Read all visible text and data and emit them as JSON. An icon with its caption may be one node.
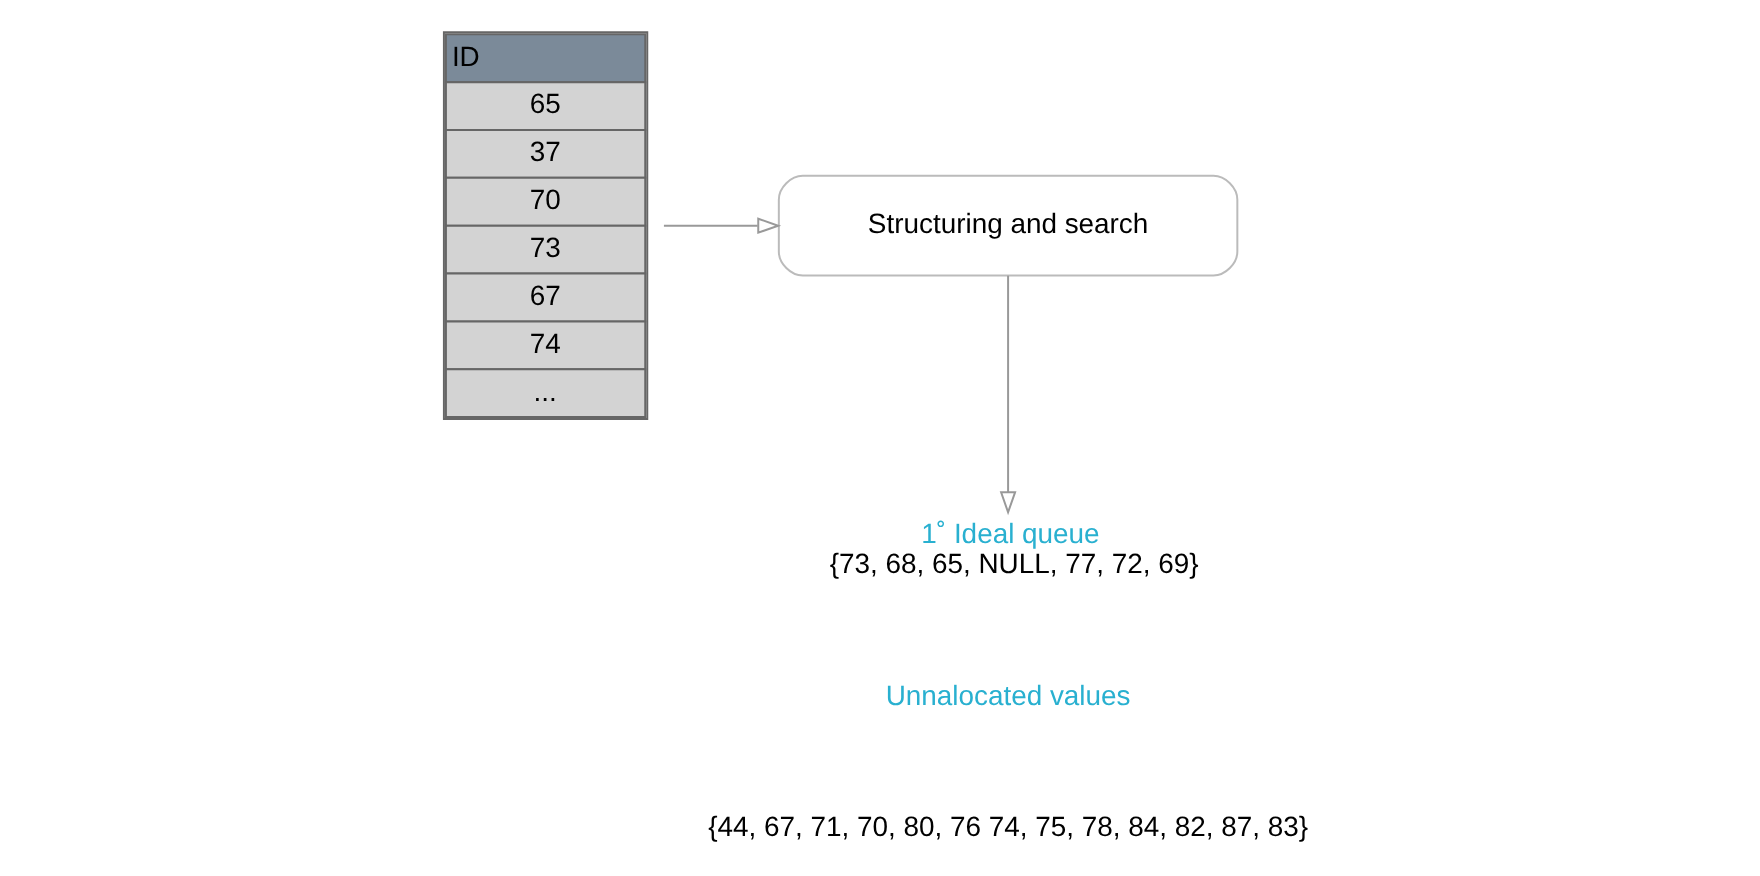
{
  "diagram": {
    "nodes": [
      {
        "text": [
          "ID",
          "65",
          "37",
          "70",
          "73",
          "67",
          "74",
          "..."
        ]
      },
      {
        "text": [
          "Structuring and search"
        ]
      },
      {
        "text": [
          "1˚ Ideal queue",
          "{73, 68, 65, NULL, 77, 72, 69}"
        ]
      }
    ],
    "edges": [
      {
        "from": 0,
        "to": 1,
        "arrow": "to"
      },
      {
        "from": 1,
        "to": 2,
        "arrow": "to"
      }
    ],
    "labels": [
      "Unnalocated values",
      "{44, 67, 71, 70, 80, 76 74, 75, 78, 84, 82, 87, 83}"
    ]
  }
}
